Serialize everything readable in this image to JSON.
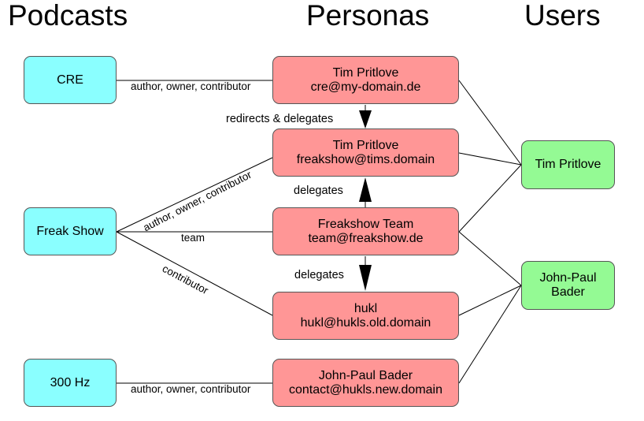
{
  "headings": {
    "podcasts": "Podcasts",
    "personas": "Personas",
    "users": "Users"
  },
  "podcasts": [
    {
      "label": "CRE"
    },
    {
      "label": "Freak Show"
    },
    {
      "label": "300 Hz"
    }
  ],
  "personas": [
    {
      "name": "Tim Pritlove",
      "email": "cre@my-domain.de"
    },
    {
      "name": "Tim Pritlove",
      "email": "freakshow@tims.domain"
    },
    {
      "name": "Freakshow Team",
      "email": "team@freakshow.de"
    },
    {
      "name": "hukl",
      "email": "hukl@hukls.old.domain"
    },
    {
      "name": "John-Paul Bader",
      "email": "contact@hukls.new.domain"
    }
  ],
  "users": [
    {
      "label": "Tim Pritlove"
    },
    {
      "label": "John-Paul Bader"
    }
  ],
  "edge_labels": {
    "cre_role": "author, owner, contributor",
    "freakshow_tim_role": "author, owner, contributor",
    "freakshow_team_role": "team",
    "freakshow_hukl_role": "contributor",
    "hz300_role": "author, owner, contributor",
    "redirects_delegates": "redirects & delegates",
    "delegates_up": "delegates",
    "delegates_down": "delegates"
  },
  "colors": {
    "podcast_fill": "#8affff",
    "persona_fill": "#ff9696",
    "user_fill": "#94fa94",
    "border": "#555555",
    "edge": "#000000"
  }
}
